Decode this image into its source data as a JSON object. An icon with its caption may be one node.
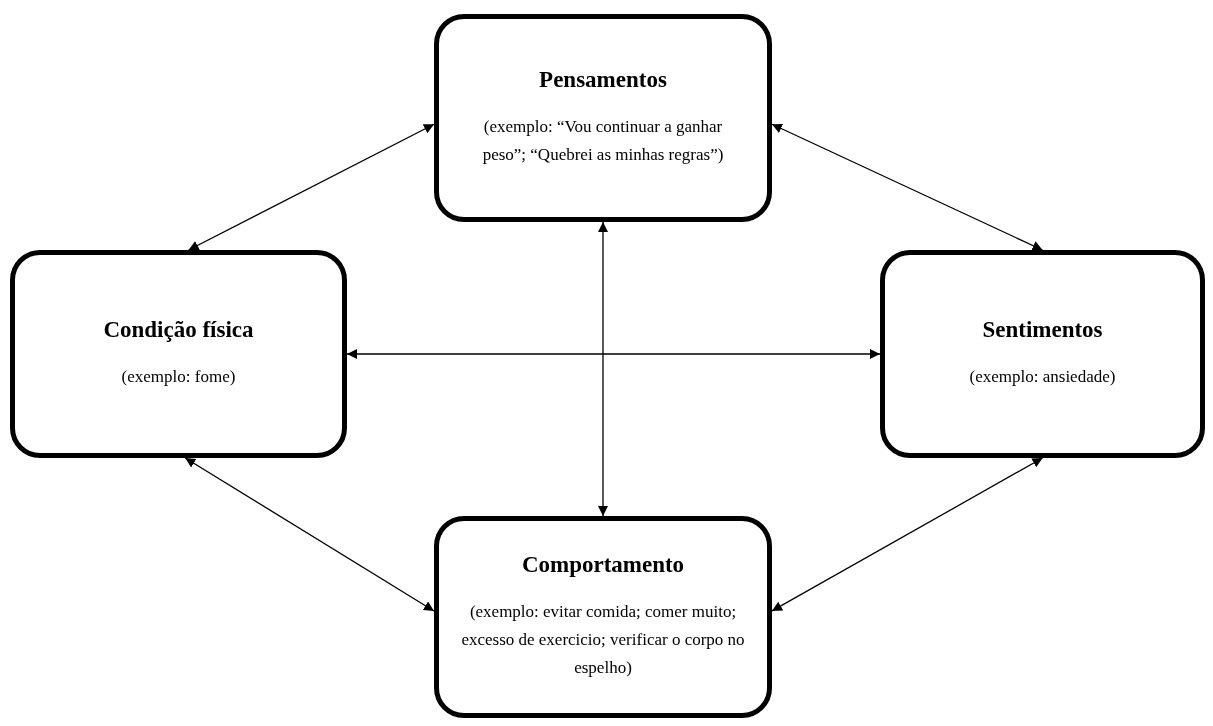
{
  "diagram": {
    "nodes": [
      {
        "text": [
          "Pensamentos",
          "(exemplo: “Vou continuar a ganhar peso”; “Quebrei as minhas regras”)"
        ]
      },
      {
        "text": [
          "Condição física",
          "(exemplo: fome)"
        ]
      },
      {
        "text": [
          "Sentimentos",
          "(exemplo: ansiedade)"
        ]
      },
      {
        "text": [
          "Comportamento",
          "(exemplo: evitar comida; comer muito; excesso de exercicio; verificar o corpo no espelho)"
        ]
      }
    ],
    "edges": [
      {
        "from": 0,
        "to": 1,
        "arrow": "both"
      },
      {
        "from": 0,
        "to": 2,
        "arrow": "both"
      },
      {
        "from": 0,
        "to": 3,
        "arrow": "both"
      },
      {
        "from": 1,
        "to": 2,
        "arrow": "both"
      },
      {
        "from": 1,
        "to": 3,
        "arrow": "both"
      },
      {
        "from": 2,
        "to": 3,
        "arrow": "both"
      }
    ]
  }
}
